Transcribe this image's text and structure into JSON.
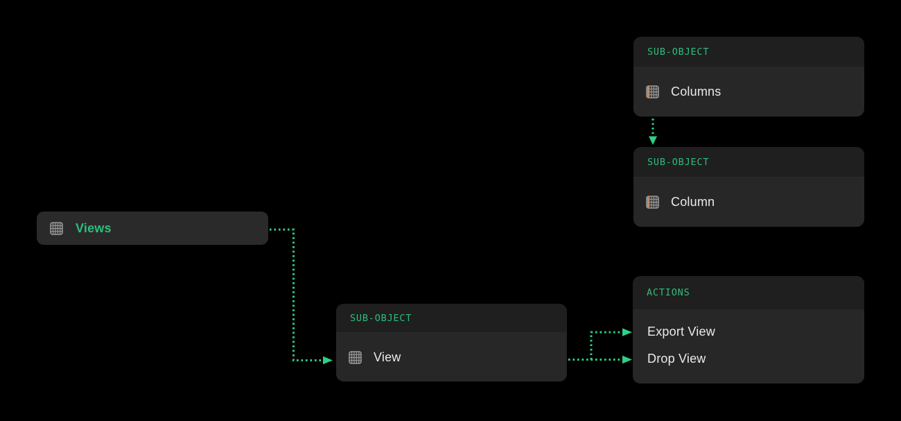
{
  "diagram": {
    "background": "#000000",
    "accent_green": "#2ebd7c",
    "arrow_green": "#2ed185",
    "highlight_orange": "#d9813a",
    "nodes": {
      "views": {
        "label": "Views",
        "icon": "table-grid-icon"
      },
      "view": {
        "header": "SUB-OBJECT",
        "label": "View",
        "icon": "table-grid-icon"
      },
      "columns": {
        "header": "SUB-OBJECT",
        "label": "Columns",
        "icon": "table-column-icon"
      },
      "column": {
        "header": "SUB-OBJECT",
        "label": "Column",
        "icon": "table-column-icon"
      },
      "actions": {
        "header": "ACTIONS",
        "items": [
          {
            "label": "Export View"
          },
          {
            "label": "Drop View"
          }
        ]
      }
    },
    "connections": [
      {
        "from": "views",
        "to": "view",
        "style": "green-dotted-arrow"
      },
      {
        "from": "view",
        "to": "actions:export-view",
        "style": "green-dotted-arrow"
      },
      {
        "from": "view",
        "to": "actions:drop-view",
        "style": "green-dotted-arrow"
      },
      {
        "from": "columns",
        "to": "column",
        "style": "green-dotted-arrow"
      }
    ]
  }
}
